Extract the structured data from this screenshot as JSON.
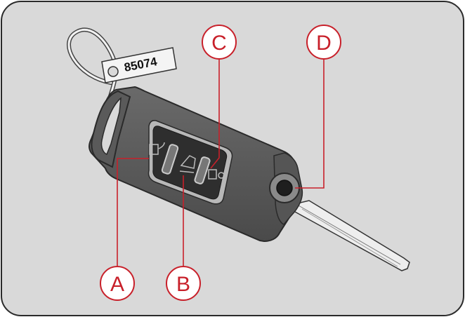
{
  "tag": {
    "number": "85074"
  },
  "callouts": [
    {
      "id": "C",
      "label": "C"
    },
    {
      "id": "D",
      "label": "D"
    },
    {
      "id": "A",
      "label": "A"
    },
    {
      "id": "B",
      "label": "B"
    }
  ],
  "colors": {
    "callout": "#c8202a",
    "background": "#d9d9d9",
    "key_body": "#5b5b5b",
    "button_panel": "#2e2e2e"
  }
}
